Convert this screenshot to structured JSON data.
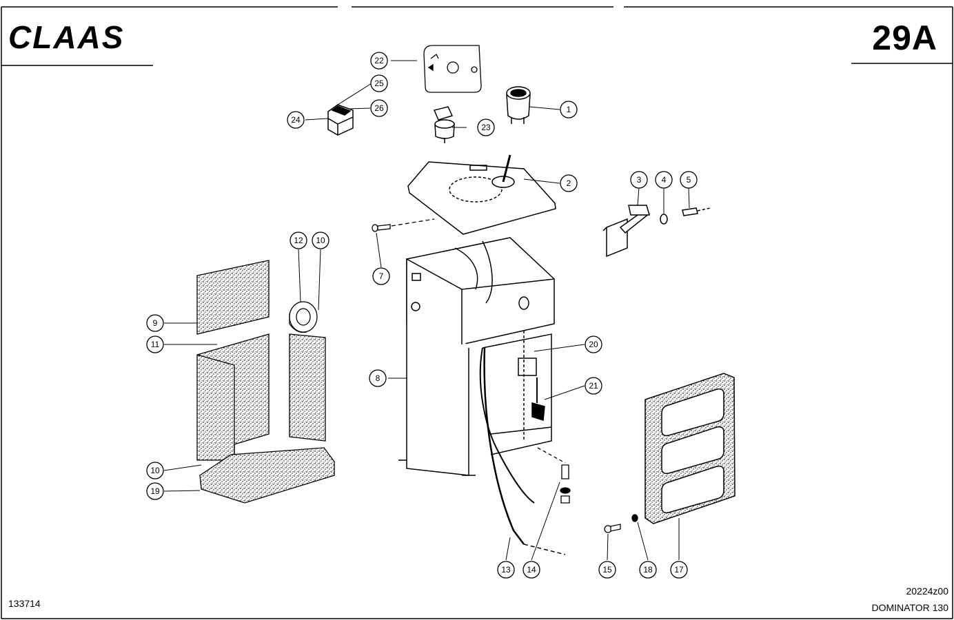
{
  "header": {
    "brand": "CLAAS",
    "page_number": "29A"
  },
  "footer": {
    "document_id": "133714",
    "drawing_number": "20224z00",
    "model": "DOMINATOR 130"
  },
  "callouts": [
    {
      "id": "c1",
      "label": "1"
    },
    {
      "id": "c2",
      "label": "2"
    },
    {
      "id": "c3",
      "label": "3"
    },
    {
      "id": "c4",
      "label": "4"
    },
    {
      "id": "c5",
      "label": "5"
    },
    {
      "id": "c7",
      "label": "7"
    },
    {
      "id": "c8",
      "label": "8"
    },
    {
      "id": "c9",
      "label": "9"
    },
    {
      "id": "c10a",
      "label": "10"
    },
    {
      "id": "c10b",
      "label": "10"
    },
    {
      "id": "c11",
      "label": "11"
    },
    {
      "id": "c12",
      "label": "12"
    },
    {
      "id": "c13",
      "label": "13"
    },
    {
      "id": "c14",
      "label": "14"
    },
    {
      "id": "c15",
      "label": "15"
    },
    {
      "id": "c17",
      "label": "17"
    },
    {
      "id": "c18",
      "label": "18"
    },
    {
      "id": "c19",
      "label": "19"
    },
    {
      "id": "c20",
      "label": "20"
    },
    {
      "id": "c21",
      "label": "21"
    },
    {
      "id": "c22",
      "label": "22"
    },
    {
      "id": "c23",
      "label": "23"
    },
    {
      "id": "c24",
      "label": "24"
    },
    {
      "id": "c25",
      "label": "25"
    },
    {
      "id": "c26",
      "label": "26"
    }
  ]
}
